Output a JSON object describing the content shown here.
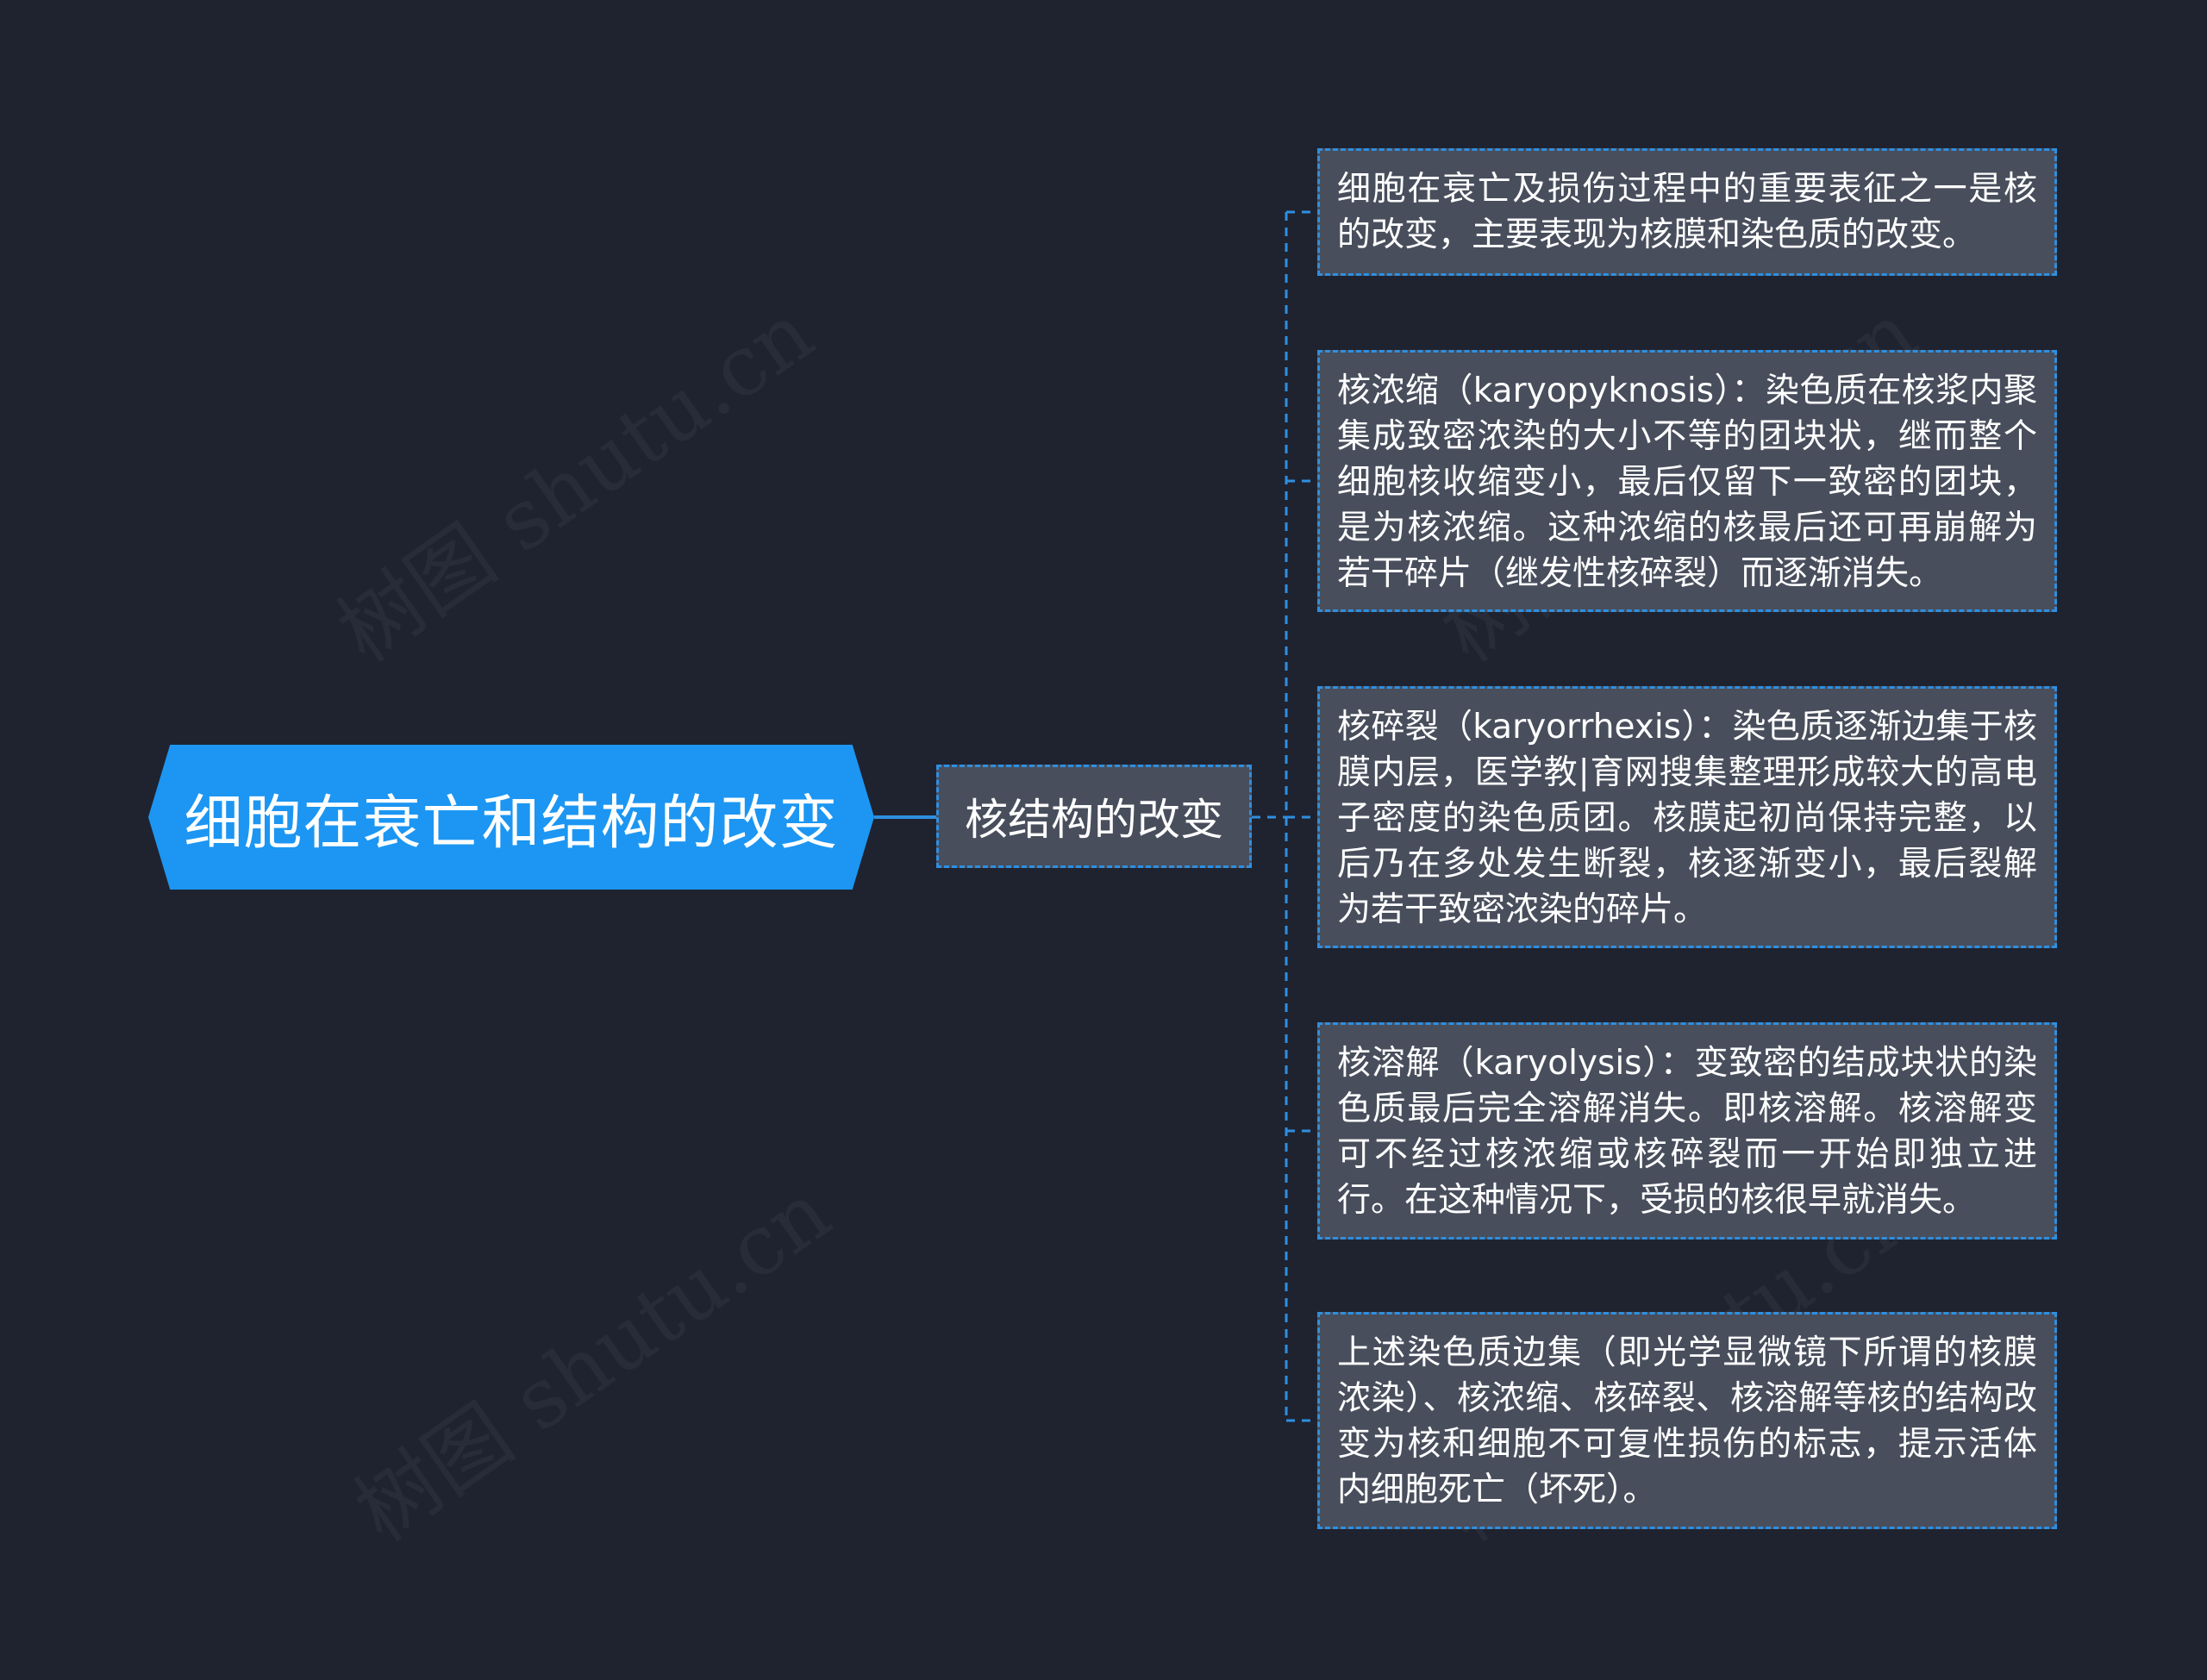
{
  "watermark": "树图 shutu.cn",
  "root": {
    "label": "细胞在衰亡和结构的改变"
  },
  "branch": {
    "label": "核结构的改变"
  },
  "leaves": [
    {
      "text": "细胞在衰亡及损伤过程中的重要表征之一是核的改变，主要表现为核膜和染色质的改变。"
    },
    {
      "text": "核浓缩（karyopyknosis）：染色质在核浆内聚集成致密浓染的大小不等的团块状，继而整个细胞核收缩变小，最后仅留下一致密的团块，是为核浓缩。这种浓缩的核最后还可再崩解为若干碎片（继发性核碎裂）而逐渐消失。"
    },
    {
      "text": "核碎裂（karyorrhexis）：染色质逐渐边集于核膜内层，医学教|育网搜集整理形成较大的高电子密度的染色质团。核膜起初尚保持完整，以后乃在多处发生断裂，核逐渐变小，最后裂解为若干致密浓染的碎片。"
    },
    {
      "text": "核溶解（karyolysis）：变致密的结成块状的染色质最后完全溶解消失。即核溶解。核溶解变可不经过核浓缩或核碎裂而一开始即独立进行。在这种情况下，受损的核很早就消失。"
    },
    {
      "text": "上述染色质边集（即光学显微镜下所谓的核膜浓染）、核浓缩、核碎裂、核溶解等核的结构改变为核和细胞不可复性损伤的标志，提示活体内细胞死亡（坏死）。"
    }
  ],
  "colors": {
    "background": "#1f2330",
    "root_fill": "#1c96f2",
    "node_fill": "#484e5c",
    "border": "#2e8fe0",
    "text": "#ffffff"
  }
}
